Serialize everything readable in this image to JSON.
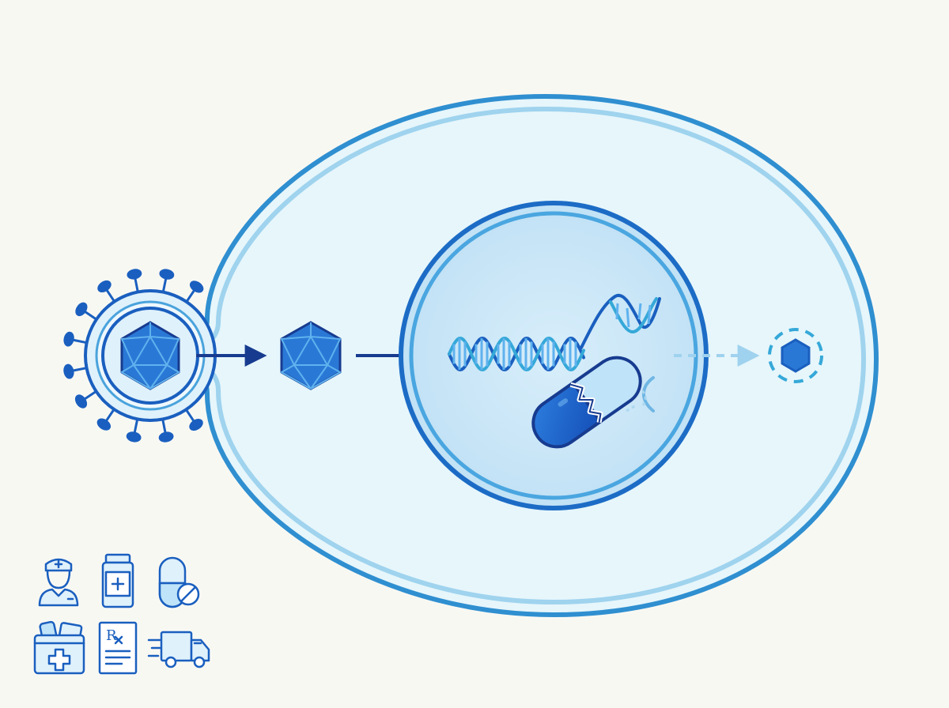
{
  "diagram": {
    "kind": "viral-infection-inhibition",
    "steps": [
      {
        "id": "virus-attachment",
        "icon": "virus-icon"
      },
      {
        "id": "capsid-entry",
        "icon": "capsid-icon"
      },
      {
        "id": "genome-replication",
        "icon": "dna-helix-icon"
      },
      {
        "id": "drug-inhibition",
        "icon": "broken-pill-icon"
      },
      {
        "id": "virion-release-blocked",
        "icon": "faded-virion-icon"
      }
    ],
    "icons_legend": [
      "doctor-icon",
      "medicine-bottle-icon",
      "pill-no-icon",
      "medical-kit-icon",
      "prescription-icon",
      "delivery-truck-icon"
    ]
  },
  "colors": {
    "background": "#f8f8f3",
    "cell_fill": "#e6f6fb",
    "cell_stroke_outer": "#2f8fd0",
    "cell_stroke_inner": "#8ac8ea",
    "nucleus_fill": "#cce7f7",
    "nucleus_stroke": "#1c6cc6",
    "primary_blue": "#1a5fbf",
    "deep_navy": "#173b8f",
    "cyan": "#35a8d8",
    "faded_blue": "#9fd2ee"
  }
}
